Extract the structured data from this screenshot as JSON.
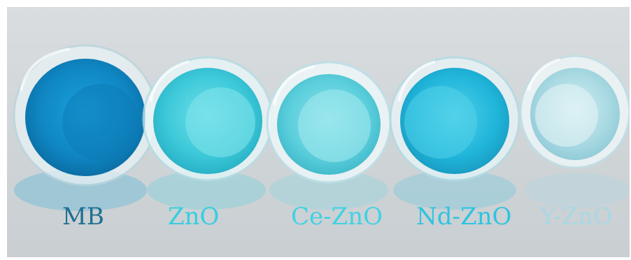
{
  "labels": {
    "mb": "MB",
    "zno": "ZnO",
    "ce_zno": "Ce-ZnO",
    "nd_zno": "Nd-ZnO",
    "y_zno": "Y-ZnO"
  },
  "colors": {
    "mb_label": "#1f6f92",
    "zno_label": "#33cfe0",
    "ce_zno_label": "#40d2e4",
    "nd_zno_label": "#2ec4e0",
    "y_zno_label": "#a9d8e4",
    "mb_solution": "#0f8fcc",
    "zno_solution": "#3dc9d9",
    "ce_zno_solution": "#59cfdc",
    "nd_zno_solution": "#22b6d8",
    "y_zno_solution": "#a6d9e2"
  }
}
